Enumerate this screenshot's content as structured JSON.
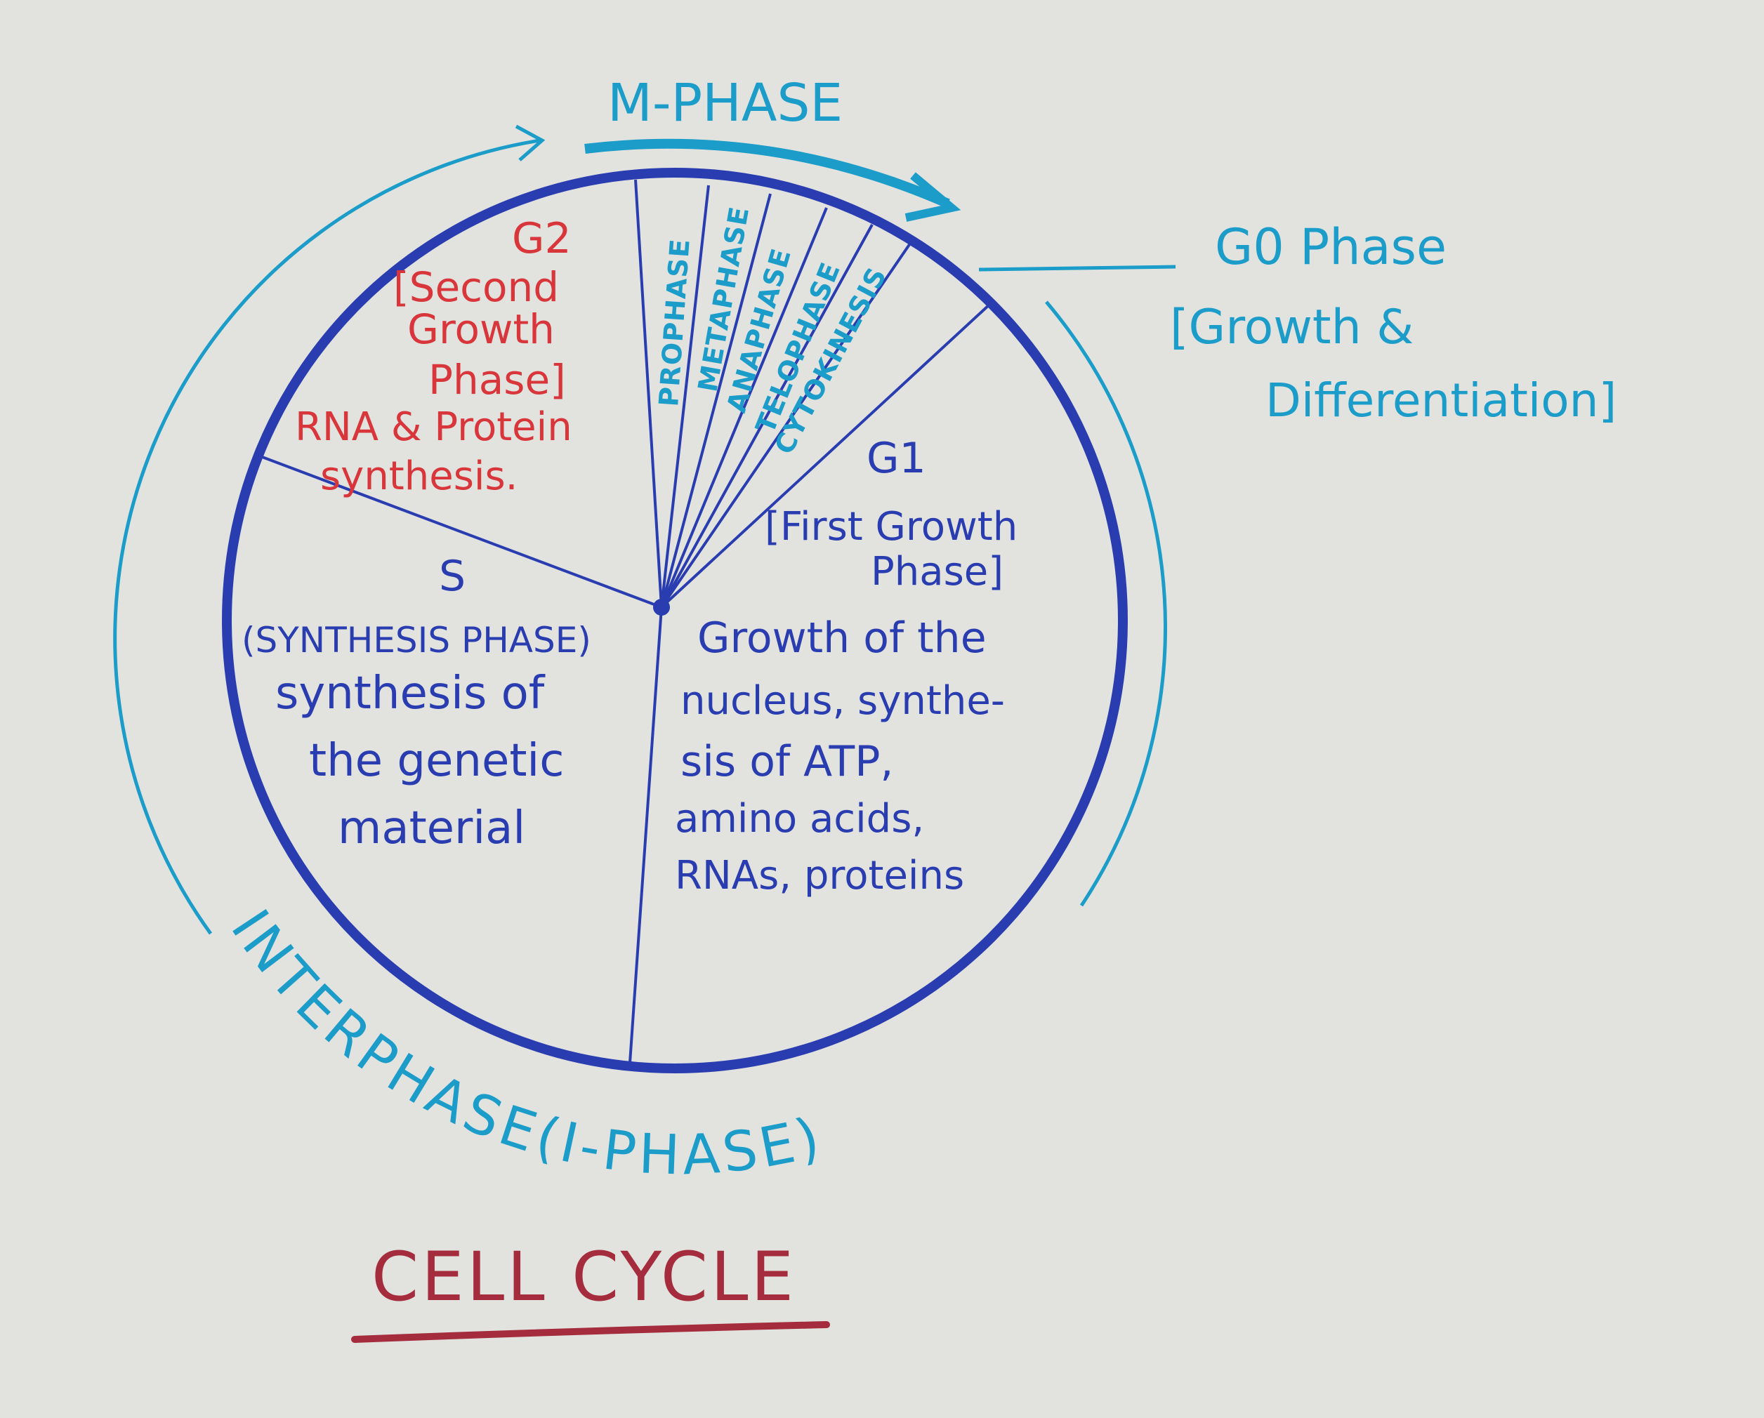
{
  "title": "CELL CYCLE",
  "m_phase": {
    "label": "M-PHASE",
    "stages": [
      "PROPHASE",
      "METAPHASE",
      "ANAPHASE",
      "TELOPHASE",
      "CYTOKINESIS"
    ]
  },
  "g0": {
    "label": "G0 Phase",
    "desc_line1": "[Growth &",
    "desc_line2": "Differentiation]"
  },
  "g2": {
    "label": "G2",
    "lines": [
      "[Second",
      "Growth",
      "Phase]",
      "RNA & Protein",
      "synthesis."
    ]
  },
  "s": {
    "label": "S",
    "lines": [
      "(SYNTHESIS PHASE)",
      "synthesis of",
      "the genetic",
      "material"
    ]
  },
  "g1": {
    "label": "G1",
    "lines": [
      "[First Growth",
      "Phase]",
      "Growth of the",
      "nucleus, synthe-",
      "sis of ATP,",
      "amino acids,",
      "RNAs, proteins"
    ]
  },
  "interphase": {
    "label": "INTERPHASE(I-PHASE)"
  },
  "colors": {
    "paper": "#e2e3df",
    "dark_blue": "#2a3db0",
    "cyan": "#1b9cc9",
    "red": "#d8363b",
    "maroon": "#a52c3c"
  }
}
